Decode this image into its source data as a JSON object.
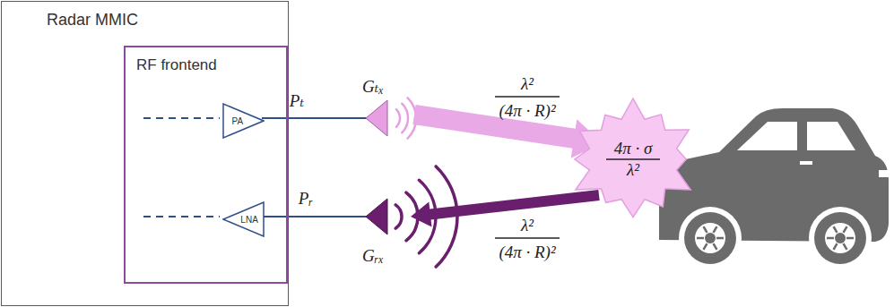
{
  "diagram": {
    "nodes": [
      {
        "text": [
          "Radar MMIC"
        ]
      },
      {
        "text": [
          "RF frontend"
        ],
        "in": 0
      },
      {
        "text": [
          "PA"
        ],
        "in": 1
      },
      {
        "text": [
          "LNA"
        ],
        "in": 1
      },
      {
        "text": [
          "4π · σ",
          "λ²"
        ]
      }
    ],
    "labels": [
      "Pₜ",
      "Gₜₓ",
      "λ²",
      "(4π · R)²",
      "Pᵣ",
      "Gᵣₓ",
      "λ²",
      "(4π · R)²"
    ]
  }
}
